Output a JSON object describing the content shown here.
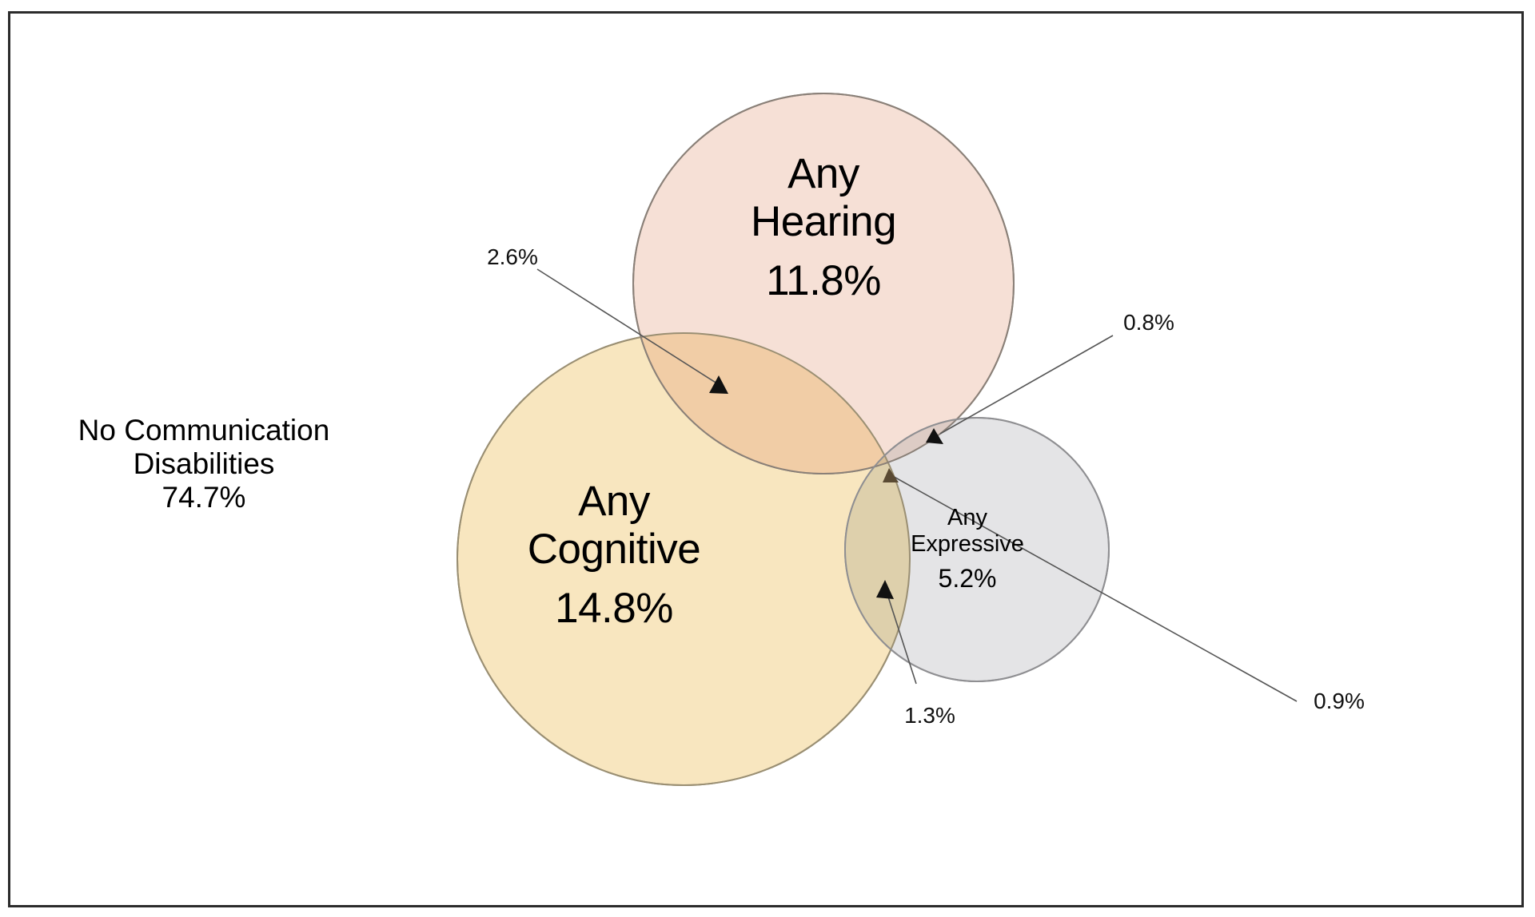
{
  "figure": {
    "type": "venn-diagram",
    "frame_border_color": "#2b2b2b",
    "background_color": "#ffffff"
  },
  "outside_label": {
    "name": "No Communication Disabilities",
    "line1": "No Communication",
    "line2": "Disabilities",
    "value": "74.7%"
  },
  "sets": [
    {
      "id": "hearing",
      "title_line1": "Any",
      "title_line2": "Hearing",
      "value": "11.8%",
      "fill": "#f5ddd2",
      "stroke": "#8a8078"
    },
    {
      "id": "cognitive",
      "title_line1": "Any",
      "title_line2": "Cognitive",
      "value": "14.8%",
      "fill": "#f8e6bf",
      "stroke": "#9a8f73"
    },
    {
      "id": "expressive",
      "title_line1": "Any",
      "title_line2": "Expressive",
      "value": "5.2%",
      "fill": "#e2e2e4",
      "stroke": "#8f8f92"
    }
  ],
  "callouts": [
    {
      "id": "hearing-cognitive",
      "label": "2.6%"
    },
    {
      "id": "hearing-expressive",
      "label": "0.8%"
    },
    {
      "id": "cognitive-expressive",
      "label": "1.3%"
    },
    {
      "id": "all-three",
      "label": "0.9%"
    }
  ],
  "chart_data": {
    "type": "venn",
    "title": "",
    "units": "percent",
    "sets": [
      "Any Hearing",
      "Any Cognitive",
      "Any Expressive"
    ],
    "regions": [
      {
        "sets": [
          "Any Hearing"
        ],
        "label": "Any Hearing",
        "value": 11.8,
        "display": "11.8%"
      },
      {
        "sets": [
          "Any Cognitive"
        ],
        "label": "Any Cognitive",
        "value": 14.8,
        "display": "14.8%"
      },
      {
        "sets": [
          "Any Expressive"
        ],
        "label": "Any Expressive",
        "value": 5.2,
        "display": "5.2%"
      },
      {
        "sets": [
          "Any Hearing",
          "Any Cognitive"
        ],
        "label": "Hearing ∩ Cognitive",
        "value": 2.6,
        "display": "2.6%"
      },
      {
        "sets": [
          "Any Hearing",
          "Any Expressive"
        ],
        "label": "Hearing ∩ Expressive",
        "value": 0.8,
        "display": "0.8%"
      },
      {
        "sets": [
          "Any Cognitive",
          "Any Expressive"
        ],
        "label": "Cognitive ∩ Expressive",
        "value": 1.3,
        "display": "1.3%"
      },
      {
        "sets": [
          "Any Hearing",
          "Any Cognitive",
          "Any Expressive"
        ],
        "label": "All three",
        "value": 0.9,
        "display": "0.9%"
      },
      {
        "sets": [],
        "label": "No Communication Disabilities",
        "value": 74.7,
        "display": "74.7%"
      }
    ],
    "colors": {
      "Any Hearing": "#f5ddd2",
      "Any Cognitive": "#f8e6bf",
      "Any Expressive": "#e2e2e4"
    },
    "legend": "none",
    "grid": false
  }
}
